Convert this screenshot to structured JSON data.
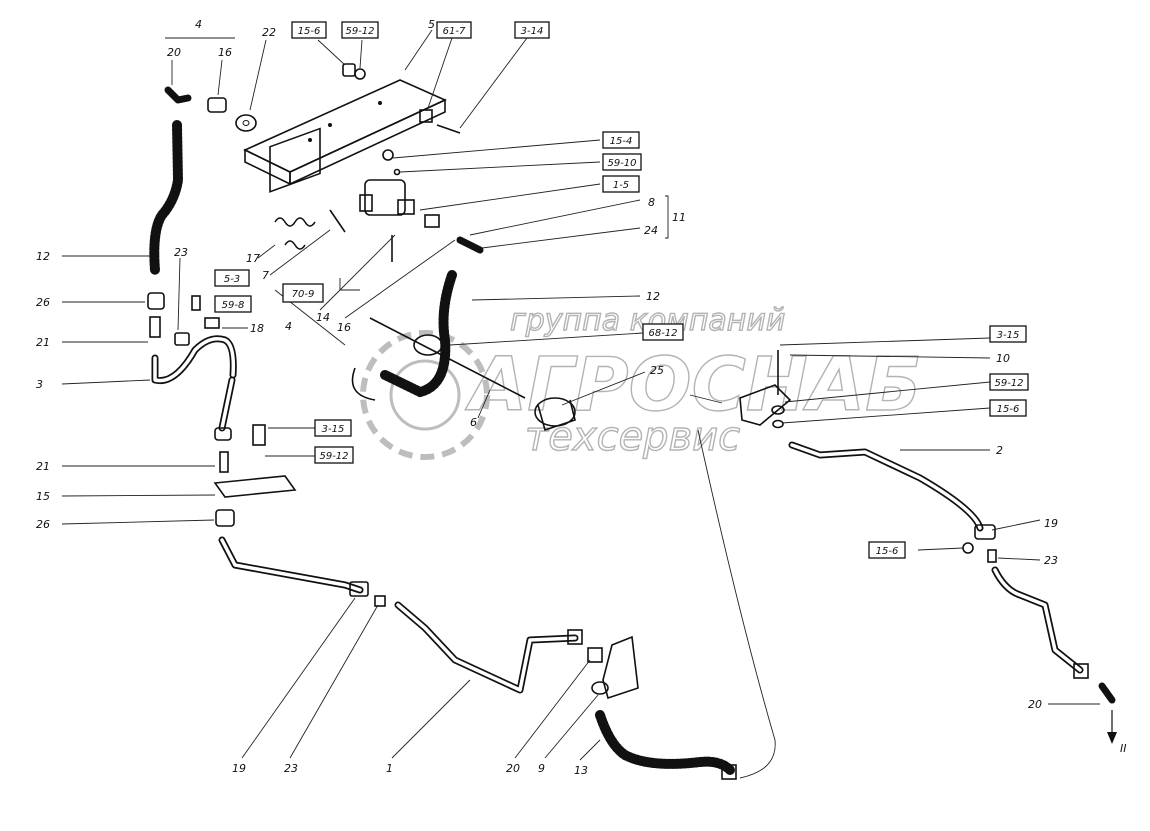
{
  "figure": {
    "group_label": "4",
    "arrow_label": "II"
  },
  "callouts": [
    {
      "id": "c1",
      "text": "20"
    },
    {
      "id": "c2",
      "text": "16"
    },
    {
      "id": "c3",
      "text": "22"
    },
    {
      "id": "c4",
      "text": "5"
    },
    {
      "id": "c5",
      "text": "12"
    },
    {
      "id": "c6",
      "text": "23"
    },
    {
      "id": "c7",
      "text": "26"
    },
    {
      "id": "c8",
      "text": "21"
    },
    {
      "id": "c9",
      "text": "3"
    },
    {
      "id": "c10",
      "text": "17"
    },
    {
      "id": "c11",
      "text": "7"
    },
    {
      "id": "c12",
      "text": "4"
    },
    {
      "id": "c13",
      "text": "14"
    },
    {
      "id": "c14",
      "text": "16"
    },
    {
      "id": "c15",
      "text": "18"
    },
    {
      "id": "c16",
      "text": "8"
    },
    {
      "id": "c17",
      "text": "11"
    },
    {
      "id": "c18",
      "text": "24"
    },
    {
      "id": "c19",
      "text": "12"
    },
    {
      "id": "c20",
      "text": "25"
    },
    {
      "id": "c21",
      "text": "6"
    },
    {
      "id": "c22",
      "text": "10"
    },
    {
      "id": "c23",
      "text": "2"
    },
    {
      "id": "c24",
      "text": "21"
    },
    {
      "id": "c25",
      "text": "15"
    },
    {
      "id": "c26",
      "text": "26"
    },
    {
      "id": "c27",
      "text": "19"
    },
    {
      "id": "c28",
      "text": "23"
    },
    {
      "id": "c29",
      "text": "20"
    },
    {
      "id": "c30",
      "text": "19"
    },
    {
      "id": "c31",
      "text": "23"
    },
    {
      "id": "c32",
      "text": "1"
    },
    {
      "id": "c33",
      "text": "20"
    },
    {
      "id": "c34",
      "text": "9"
    },
    {
      "id": "c35",
      "text": "13"
    }
  ],
  "boxes": [
    {
      "id": "b1",
      "text": "15-6"
    },
    {
      "id": "b2",
      "text": "59-12"
    },
    {
      "id": "b3",
      "text": "61-7"
    },
    {
      "id": "b4",
      "text": "3-14"
    },
    {
      "id": "b5",
      "text": "15-4"
    },
    {
      "id": "b6",
      "text": "59-10"
    },
    {
      "id": "b7",
      "text": "1-5"
    },
    {
      "id": "b8",
      "text": "5-3"
    },
    {
      "id": "b9",
      "text": "59-8"
    },
    {
      "id": "b10",
      "text": "70-9"
    },
    {
      "id": "b11",
      "text": "68-12"
    },
    {
      "id": "b12",
      "text": "3-15"
    },
    {
      "id": "b13",
      "text": "59-12"
    },
    {
      "id": "b14",
      "text": "15-6"
    },
    {
      "id": "b15",
      "text": "3-15"
    },
    {
      "id": "b16",
      "text": "59-12"
    },
    {
      "id": "b17",
      "text": "15-6"
    }
  ],
  "watermark": {
    "line1": "группа компаний",
    "line2": "АГРОСНАБ",
    "line3": "техсервис"
  }
}
